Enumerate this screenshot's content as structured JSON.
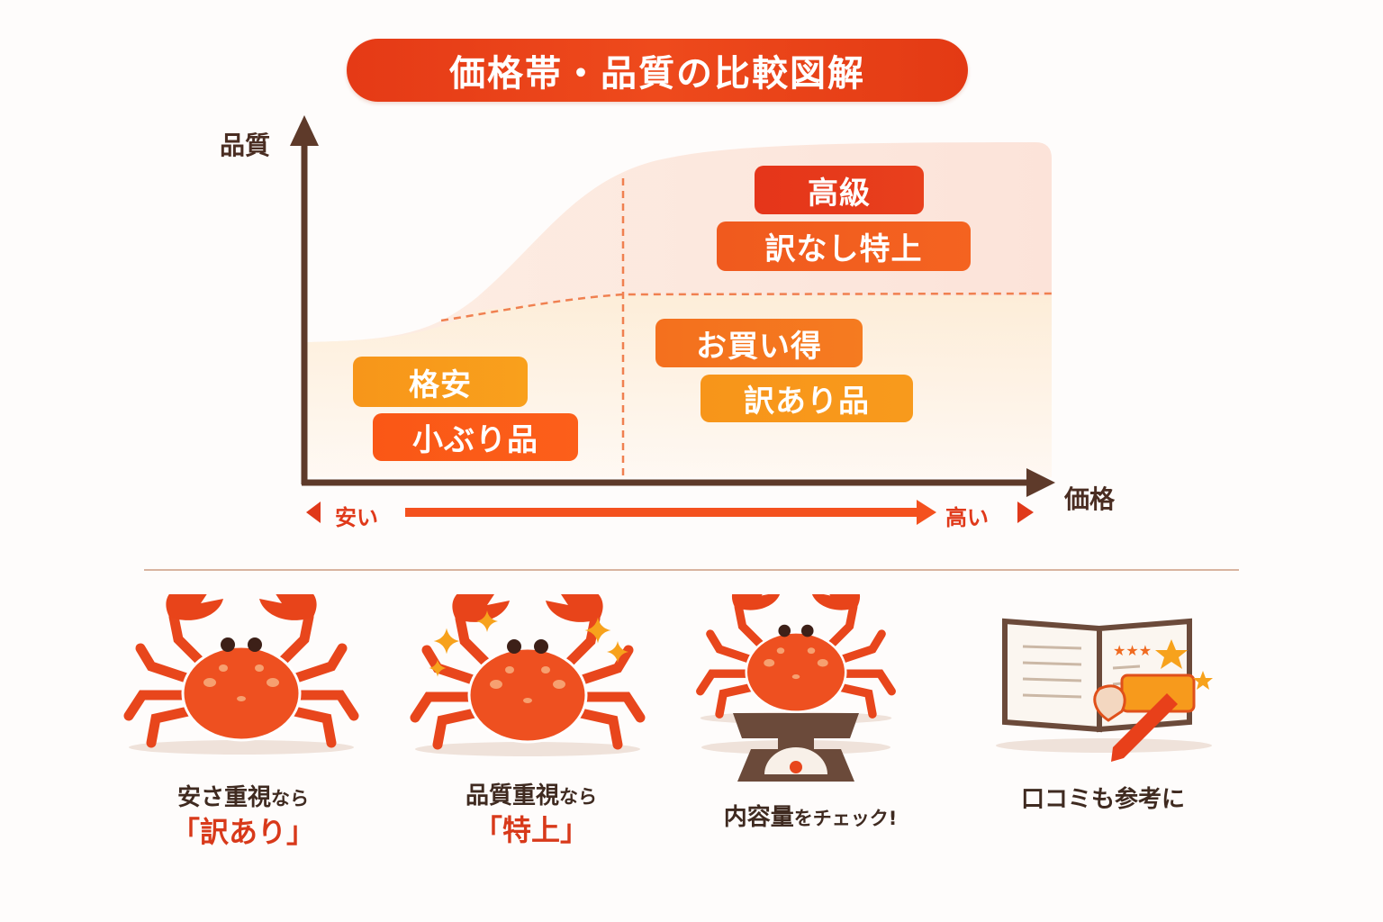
{
  "title": "価格帯・品質の比較図解",
  "chart": {
    "y_axis_label": "品質",
    "x_axis_label": "価格",
    "price_scale": {
      "low": "安い",
      "high": "高い"
    },
    "quadrants": [
      {
        "position": "high-price-high-quality",
        "tags": [
          {
            "label": "高級",
            "color": "#e3371a"
          },
          {
            "label": "訳なし特上",
            "color": "#f05a1e"
          }
        ]
      },
      {
        "position": "high-price-mid-quality",
        "tags": [
          {
            "label": "お買い得",
            "color": "#f4761e"
          },
          {
            "label": "訳あり品",
            "color": "#f7971a"
          }
        ]
      },
      {
        "position": "low-price-low-quality",
        "tags": [
          {
            "label": "格安",
            "color": "#f7981a"
          },
          {
            "label": "小ぶり品",
            "color": "#fa5716"
          }
        ]
      }
    ]
  },
  "chart_data": {
    "type": "quadrant-diagram",
    "title": "価格帯・品質の比較図解",
    "xlabel": "価格",
    "ylabel": "品質",
    "x_scale": [
      "安い",
      "高い"
    ],
    "groups": [
      {
        "x": "high",
        "y": "high",
        "items": [
          "高級",
          "訳なし特上"
        ]
      },
      {
        "x": "high",
        "y": "mid",
        "items": [
          "お買い得",
          "訳あり品"
        ]
      },
      {
        "x": "low",
        "y": "low",
        "items": [
          "格安",
          "小ぶり品"
        ]
      }
    ]
  },
  "tips": [
    {
      "icon": "crab-icon",
      "line1_main": "安さ重視",
      "line1_small": "なら",
      "line2": "「訳あり」"
    },
    {
      "icon": "sparkle-crab-icon",
      "line1_main": "品質重視",
      "line1_small": "なら",
      "line2": "「特上」"
    },
    {
      "icon": "crab-on-scale-icon",
      "line1_main": "内容量",
      "line1_small": "をチェック!",
      "line2": ""
    },
    {
      "icon": "review-book-icon",
      "line1_main": "口コミも参考に",
      "line1_small": "",
      "line2": ""
    }
  ],
  "colors": {
    "accent": "#e53a16",
    "brown": "#5e3a2a",
    "dash": "#f08050"
  }
}
